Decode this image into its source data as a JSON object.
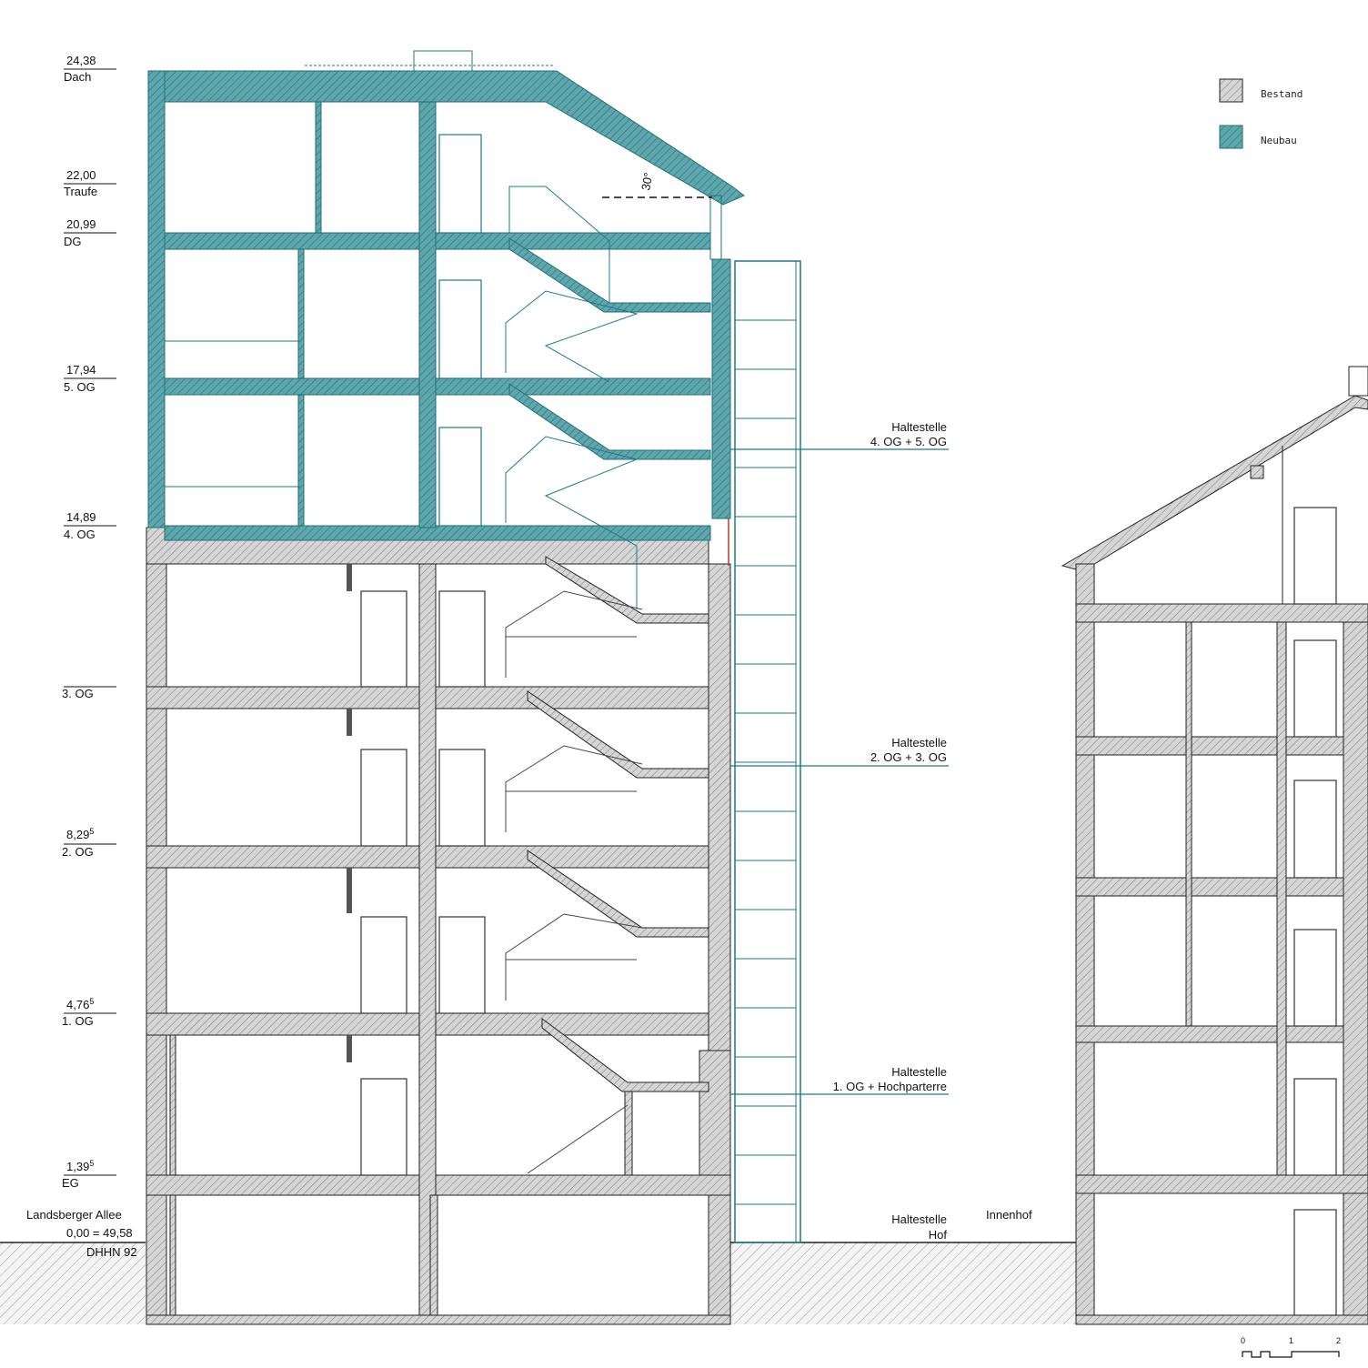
{
  "legend": {
    "existing": "Bestand",
    "new": "Neubau"
  },
  "colors": {
    "existing_fill": "#cfcfcf",
    "new_fill": "#2f8c94",
    "new_line": "#1f7a82",
    "line": "#222222"
  },
  "levels": {
    "dach": {
      "value": "24,38",
      "label": "Dach"
    },
    "traufe": {
      "value": "22,00",
      "label": "Traufe"
    },
    "dg": {
      "value": "20,99",
      "label": "DG"
    },
    "og5": {
      "value": "17,94",
      "label": "5. OG"
    },
    "og4": {
      "value": "14,89",
      "label": "4. OG"
    },
    "og3": {
      "value": "",
      "label": "3. OG"
    },
    "og2": {
      "value": "8,29",
      "sup": "5",
      "label": "2. OG"
    },
    "og1": {
      "value": "4,76",
      "sup": "5",
      "label": "1. OG"
    },
    "eg": {
      "value": "1,39",
      "sup": "5",
      "label": "EG"
    }
  },
  "street": {
    "name": "Landsberger Allee",
    "datum": "0,00 = 49,58",
    "system": "DHHN 92"
  },
  "roof_angle": "30°",
  "stops": [
    {
      "title": "Haltestelle",
      "detail": "4. OG + 5. OG"
    },
    {
      "title": "Haltestelle",
      "detail": "2. OG + 3. OG"
    },
    {
      "title": "Haltestelle",
      "detail": "1. OG + Hochparterre"
    },
    {
      "title": "Haltestelle",
      "detail": "Hof"
    }
  ],
  "courtyard": "Innenhof",
  "scale_bar": [
    "0",
    "1",
    "2"
  ]
}
